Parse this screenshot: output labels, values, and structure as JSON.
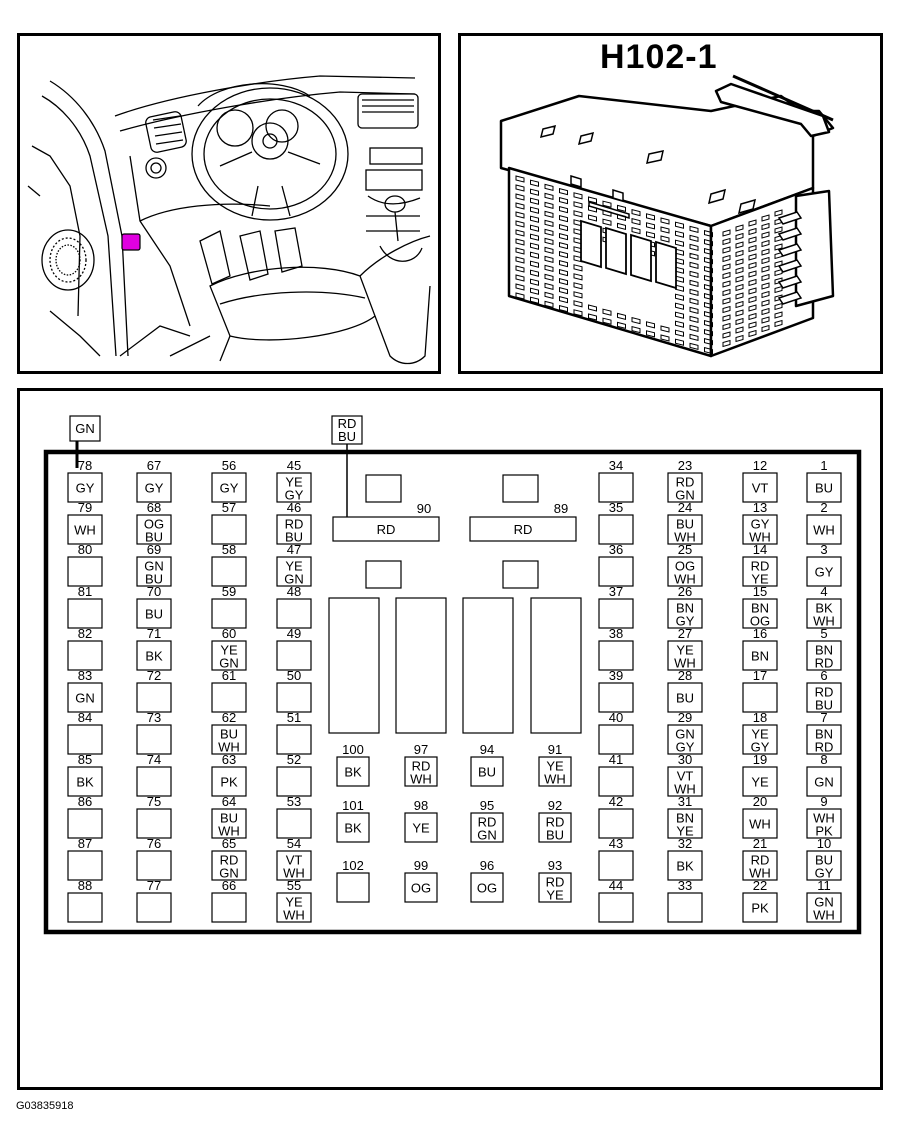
{
  "connector_title": "H102-1",
  "figure_code": "G03835918",
  "highlight_color": "#e000e0",
  "extra_tags": {
    "left": {
      "lines": [
        "GN"
      ]
    },
    "top": {
      "lines": [
        "RD",
        "BU"
      ]
    }
  },
  "columns": [
    {
      "pins": [
        {
          "n": "78",
          "w": [
            "GY"
          ]
        },
        {
          "n": "79",
          "w": [
            "WH"
          ]
        },
        {
          "n": "80",
          "w": []
        },
        {
          "n": "81",
          "w": []
        },
        {
          "n": "82",
          "w": []
        },
        {
          "n": "83",
          "w": [
            "GN"
          ]
        },
        {
          "n": "84",
          "w": []
        },
        {
          "n": "85",
          "w": [
            "BK"
          ]
        },
        {
          "n": "86",
          "w": []
        },
        {
          "n": "87",
          "w": []
        },
        {
          "n": "88",
          "w": []
        }
      ]
    },
    {
      "pins": [
        {
          "n": "67",
          "w": [
            "GY"
          ]
        },
        {
          "n": "68",
          "w": [
            "OG",
            "BU"
          ]
        },
        {
          "n": "69",
          "w": [
            "GN",
            "BU"
          ]
        },
        {
          "n": "70",
          "w": [
            "BU"
          ]
        },
        {
          "n": "71",
          "w": [
            "BK"
          ]
        },
        {
          "n": "72",
          "w": []
        },
        {
          "n": "73",
          "w": []
        },
        {
          "n": "74",
          "w": []
        },
        {
          "n": "75",
          "w": []
        },
        {
          "n": "76",
          "w": []
        },
        {
          "n": "77",
          "w": []
        }
      ]
    },
    {
      "pins": [
        {
          "n": "56",
          "w": [
            "GY"
          ]
        },
        {
          "n": "57",
          "w": []
        },
        {
          "n": "58",
          "w": []
        },
        {
          "n": "59",
          "w": []
        },
        {
          "n": "60",
          "w": [
            "YE",
            "GN"
          ]
        },
        {
          "n": "61",
          "w": []
        },
        {
          "n": "62",
          "w": [
            "BU",
            "WH"
          ]
        },
        {
          "n": "63",
          "w": [
            "PK"
          ]
        },
        {
          "n": "64",
          "w": [
            "BU",
            "WH"
          ]
        },
        {
          "n": "65",
          "w": [
            "RD",
            "GN"
          ]
        },
        {
          "n": "66",
          "w": []
        }
      ]
    },
    {
      "pins": [
        {
          "n": "45",
          "w": [
            "YE",
            "GY"
          ]
        },
        {
          "n": "46",
          "w": [
            "RD",
            "BU"
          ]
        },
        {
          "n": "47",
          "w": [
            "YE",
            "GN"
          ]
        },
        {
          "n": "48",
          "w": []
        },
        {
          "n": "49",
          "w": []
        },
        {
          "n": "50",
          "w": []
        },
        {
          "n": "51",
          "w": []
        },
        {
          "n": "52",
          "w": []
        },
        {
          "n": "53",
          "w": []
        },
        {
          "n": "54",
          "w": [
            "VT",
            "WH"
          ]
        },
        {
          "n": "55",
          "w": [
            "YE",
            "WH"
          ]
        }
      ]
    },
    {
      "pins": [
        {
          "n": "34",
          "w": []
        },
        {
          "n": "35",
          "w": []
        },
        {
          "n": "36",
          "w": []
        },
        {
          "n": "37",
          "w": []
        },
        {
          "n": "38",
          "w": []
        },
        {
          "n": "39",
          "w": []
        },
        {
          "n": "40",
          "w": []
        },
        {
          "n": "41",
          "w": []
        },
        {
          "n": "42",
          "w": []
        },
        {
          "n": "43",
          "w": []
        },
        {
          "n": "44",
          "w": []
        }
      ]
    },
    {
      "pins": [
        {
          "n": "23",
          "w": [
            "RD",
            "GN"
          ]
        },
        {
          "n": "24",
          "w": [
            "BU",
            "WH"
          ]
        },
        {
          "n": "25",
          "w": [
            "OG",
            "WH"
          ]
        },
        {
          "n": "26",
          "w": [
            "BN",
            "GY"
          ]
        },
        {
          "n": "27",
          "w": [
            "YE",
            "WH"
          ]
        },
        {
          "n": "28",
          "w": [
            "BU"
          ]
        },
        {
          "n": "29",
          "w": [
            "GN",
            "GY"
          ]
        },
        {
          "n": "30",
          "w": [
            "VT",
            "WH"
          ]
        },
        {
          "n": "31",
          "w": [
            "BN",
            "YE"
          ]
        },
        {
          "n": "32",
          "w": [
            "BK"
          ]
        },
        {
          "n": "33",
          "w": []
        }
      ]
    },
    {
      "pins": [
        {
          "n": "12",
          "w": [
            "VT"
          ]
        },
        {
          "n": "13",
          "w": [
            "GY",
            "WH"
          ]
        },
        {
          "n": "14",
          "w": [
            "RD",
            "YE"
          ]
        },
        {
          "n": "15",
          "w": [
            "BN",
            "OG"
          ]
        },
        {
          "n": "16",
          "w": [
            "BN"
          ]
        },
        {
          "n": "17",
          "w": []
        },
        {
          "n": "18",
          "w": [
            "YE",
            "GY"
          ]
        },
        {
          "n": "19",
          "w": [
            "YE"
          ]
        },
        {
          "n": "20",
          "w": [
            "WH"
          ]
        },
        {
          "n": "21",
          "w": [
            "RD",
            "WH"
          ]
        },
        {
          "n": "22",
          "w": [
            "PK"
          ]
        }
      ]
    },
    {
      "pins": [
        {
          "n": "1",
          "w": [
            "BU"
          ]
        },
        {
          "n": "2",
          "w": [
            "WH"
          ]
        },
        {
          "n": "3",
          "w": [
            "GY"
          ]
        },
        {
          "n": "4",
          "w": [
            "BK",
            "WH"
          ]
        },
        {
          "n": "5",
          "w": [
            "BN",
            "RD"
          ]
        },
        {
          "n": "6",
          "w": [
            "RD",
            "BU"
          ]
        },
        {
          "n": "7",
          "w": [
            "BN",
            "RD"
          ]
        },
        {
          "n": "8",
          "w": [
            "GN"
          ]
        },
        {
          "n": "9",
          "w": [
            "WH",
            "PK"
          ]
        },
        {
          "n": "10",
          "w": [
            "BU",
            "GY"
          ]
        },
        {
          "n": "11",
          "w": [
            "GN",
            "WH"
          ]
        }
      ]
    }
  ],
  "large_pins": [
    {
      "n": "90",
      "w": [
        "RD"
      ]
    },
    {
      "n": "89",
      "w": [
        "RD"
      ]
    }
  ],
  "mid_rows": [
    [
      {
        "n": "100",
        "w": [
          "BK"
        ]
      },
      {
        "n": "97",
        "w": [
          "RD",
          "WH"
        ]
      },
      {
        "n": "94",
        "w": [
          "BU"
        ]
      },
      {
        "n": "91",
        "w": [
          "YE",
          "WH"
        ]
      }
    ],
    [
      {
        "n": "101",
        "w": [
          "BK"
        ]
      },
      {
        "n": "98",
        "w": [
          "YE"
        ]
      },
      {
        "n": "95",
        "w": [
          "RD",
          "GN"
        ]
      },
      {
        "n": "92",
        "w": [
          "RD",
          "BU"
        ]
      }
    ],
    [
      {
        "n": "102",
        "w": []
      },
      {
        "n": "99",
        "w": [
          "OG"
        ]
      },
      {
        "n": "96",
        "w": [
          "OG"
        ]
      },
      {
        "n": "93",
        "w": [
          "RD",
          "YE"
        ]
      }
    ]
  ]
}
